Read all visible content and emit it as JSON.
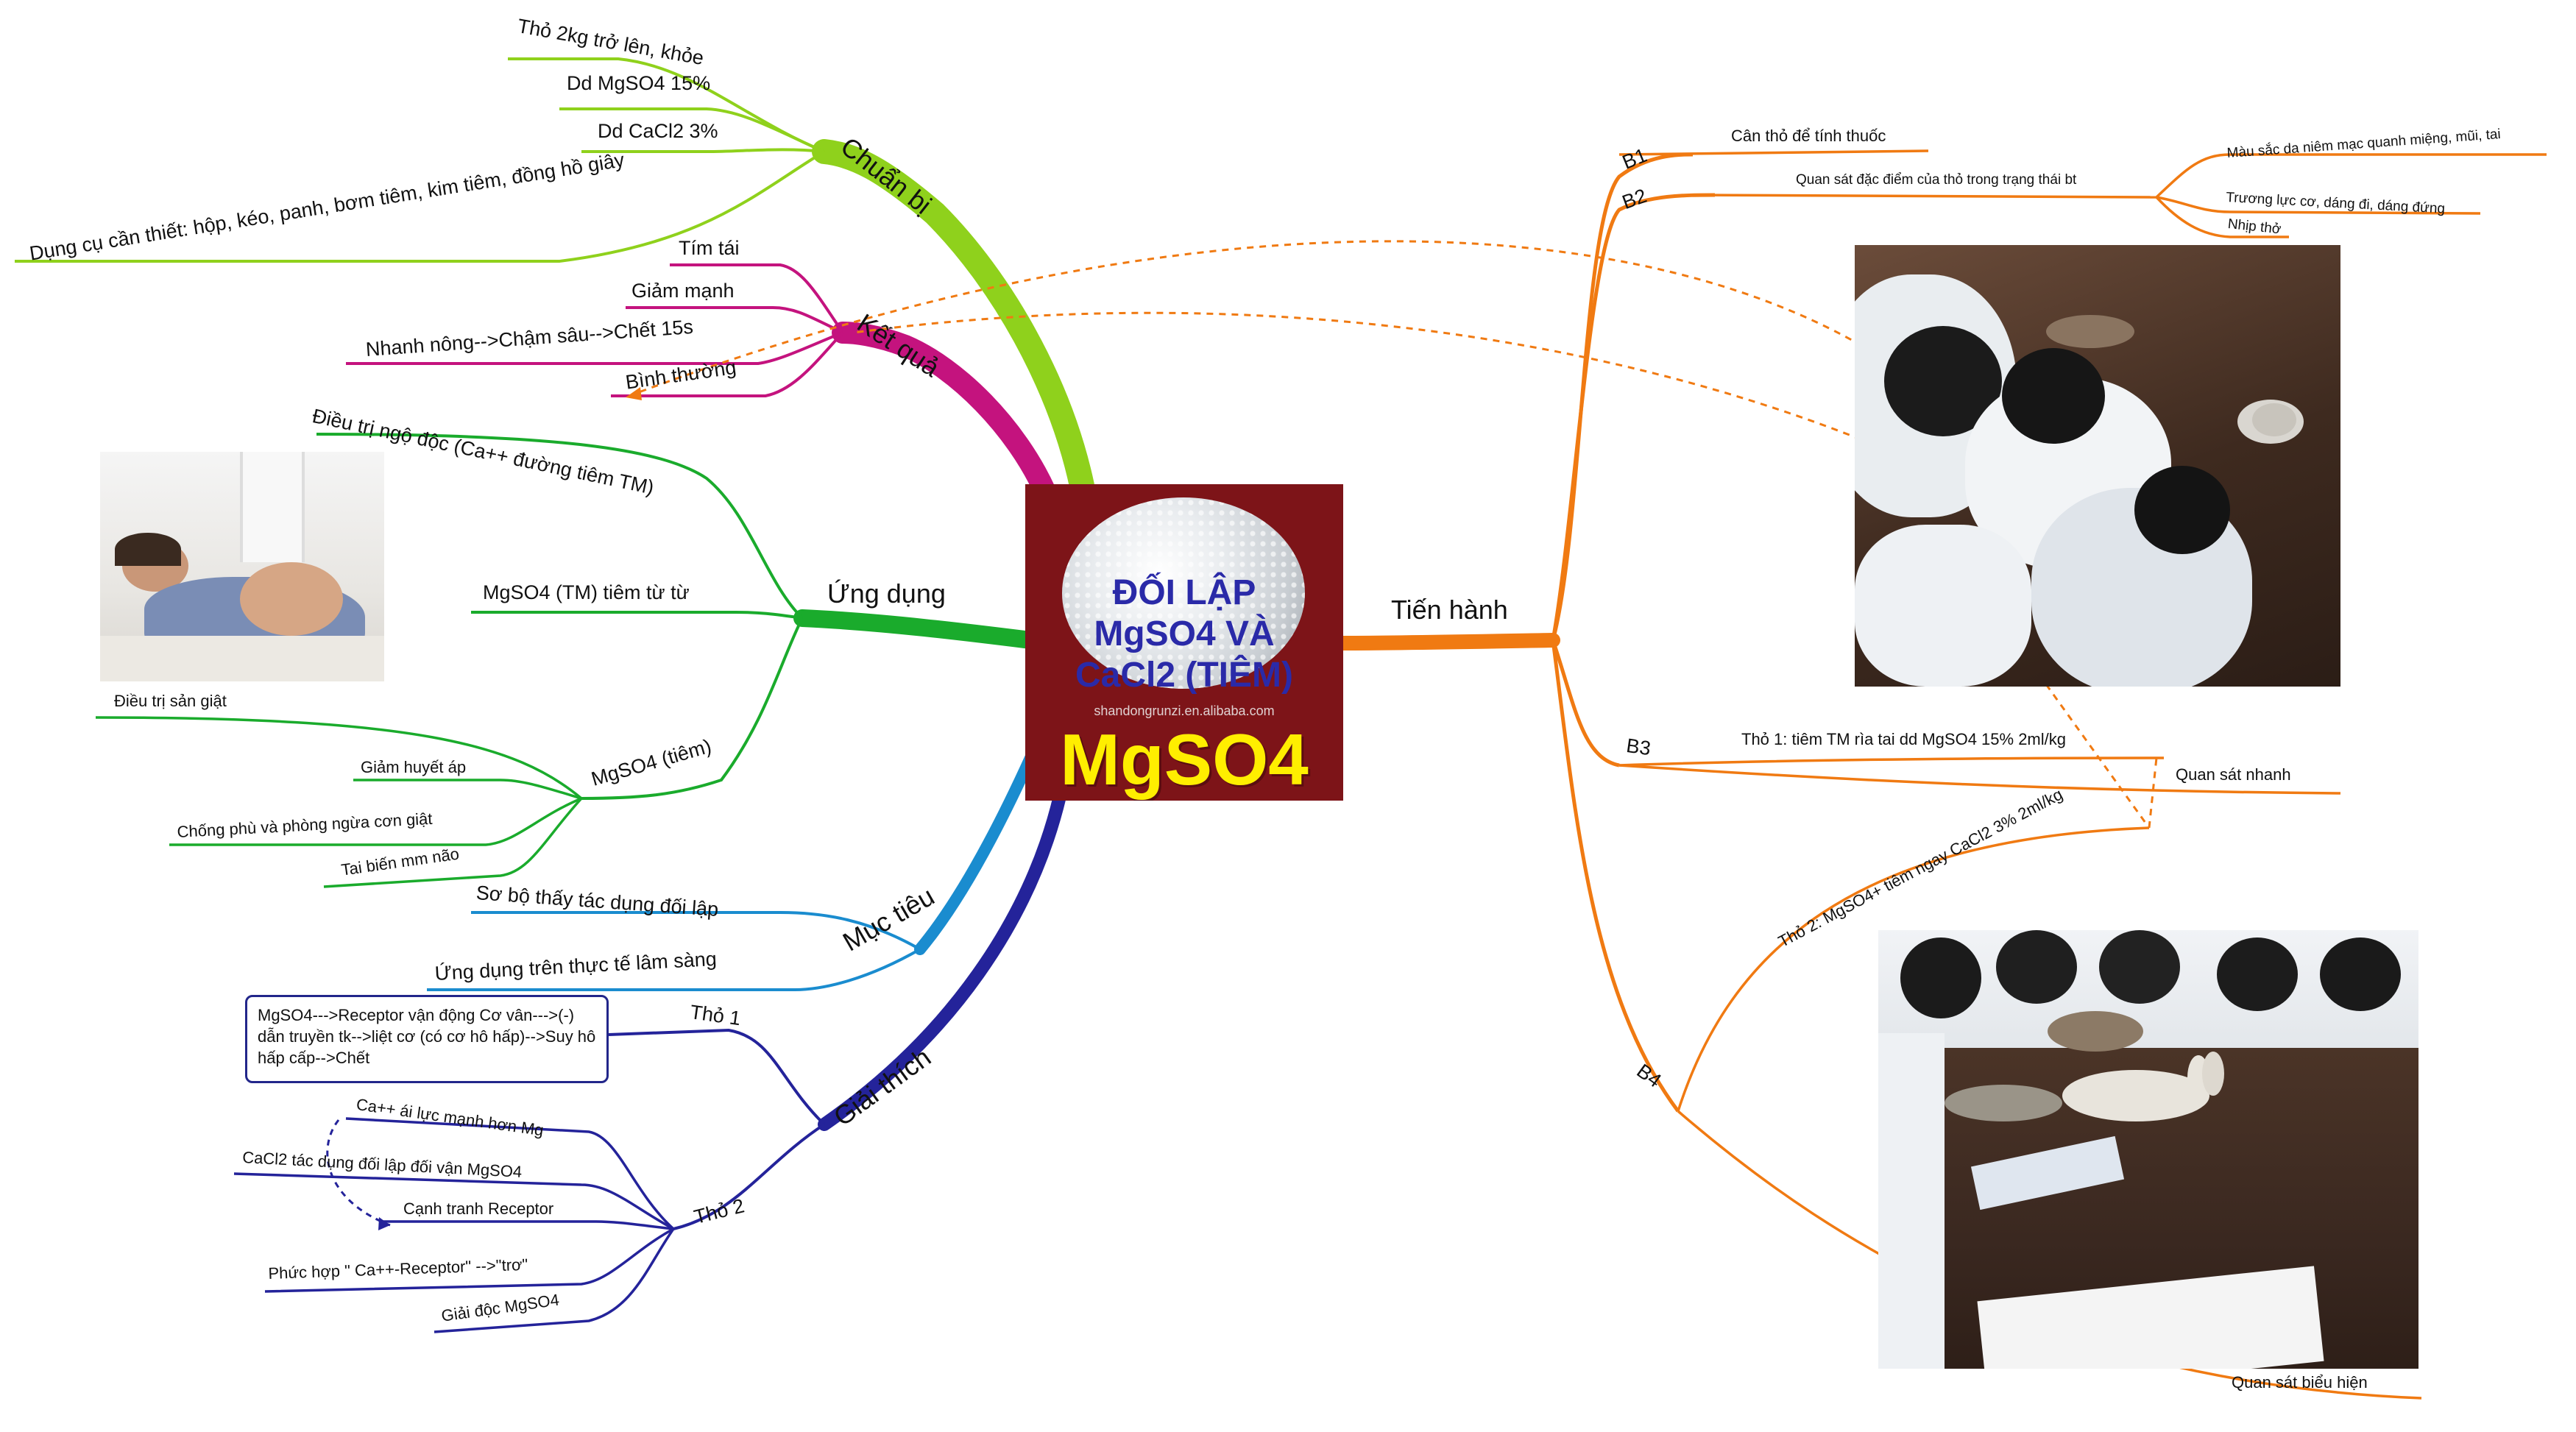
{
  "center": {
    "title_line1": "ĐỐI LẬP",
    "title_line2": "MgSO4 VÀ",
    "title_line3": "CaCl2 (TIÊM)",
    "watermark": "shandongrunzi.en.alibaba.com",
    "big_label": "MgSO4"
  },
  "colors": {
    "chuan_bi": "#8fd11c",
    "ket_qua": "#c4137e",
    "ung_dung": "#1aab2c",
    "muc_tieu": "#1a8ccf",
    "giai_thich": "#24239a",
    "tien_hanh": "#f07a12"
  },
  "chuan_bi": {
    "label": "Chuẩn bị",
    "items": [
      "Thỏ 2kg trở lên, khỏe",
      "Dd MgSO4 15%",
      "Dd CaCl2 3%",
      "Dụng cụ cần thiết: hộp, kéo, panh, bơm tiêm, kim tiêm, đồng hồ giây"
    ]
  },
  "ket_qua": {
    "label": "Kết quả",
    "items": [
      "Tím tái",
      "Giảm mạnh",
      "Nhanh nông-->Chậm sâu-->Chết 15s",
      "Bình thường"
    ]
  },
  "ung_dung": {
    "label": "Ứng dụng",
    "item1": "Điều trị ngộ độc (Ca++ đường tiêm TM)",
    "item2": "MgSO4 (TM) tiêm từ từ",
    "sub_label": "MgSO4 (tiêm)",
    "sub_items": [
      "Điều trị sản giật",
      "Giảm huyết áp",
      "Chống phù và phòng ngừa cơn giật",
      "Tai biến mm não"
    ]
  },
  "muc_tieu": {
    "label": "Mục tiêu",
    "items": [
      "Sơ bộ thấy tác dụng đối lập",
      "Ứng dụng trên thực tế lâm sàng"
    ]
  },
  "giai_thich": {
    "label": "Giải thích",
    "tho1": {
      "label": "Thỏ 1",
      "note": "MgSO4--->Receptor vận động Cơ vân--->(-) dẫn truyền tk-->liệt cơ (có cơ hô hấp)-->Suy hô hấp cấp-->Chết"
    },
    "tho2": {
      "label": "Thỏ 2",
      "items": [
        "Ca++ ái lực mạnh hơn Mg",
        "CaCl2 tác dụng đối lập đối vận MgSO4",
        "Cạnh tranh Receptor",
        "Phức hợp \" Ca++-Receptor\" -->\"trơ\"",
        "Giải độc MgSO4"
      ]
    }
  },
  "tien_hanh": {
    "label": "Tiến hành",
    "b1": {
      "label": "B1",
      "item": "Cân thỏ để tính thuốc"
    },
    "b2": {
      "label": "B2",
      "item": "Quan sát đặc điểm của thỏ trong trạng thái bt",
      "subs": [
        "Màu sắc da niêm mạc quanh miệng, mũi, tai",
        "Trương lực cơ, dáng đi, dáng đứng",
        "Nhịp thở"
      ]
    },
    "b3": {
      "label": "B3",
      "item": "Thỏ 1: tiêm TM rìa tai dd MgSO4 15% 2ml/kg",
      "sub": "Quan sát nhanh"
    },
    "b4": {
      "label": "B4",
      "item": "Thỏ 2: MgSO4+ tiêm ngay CaCl2 3% 2ml/kg",
      "sub": "Quan sát biểu hiện"
    }
  }
}
